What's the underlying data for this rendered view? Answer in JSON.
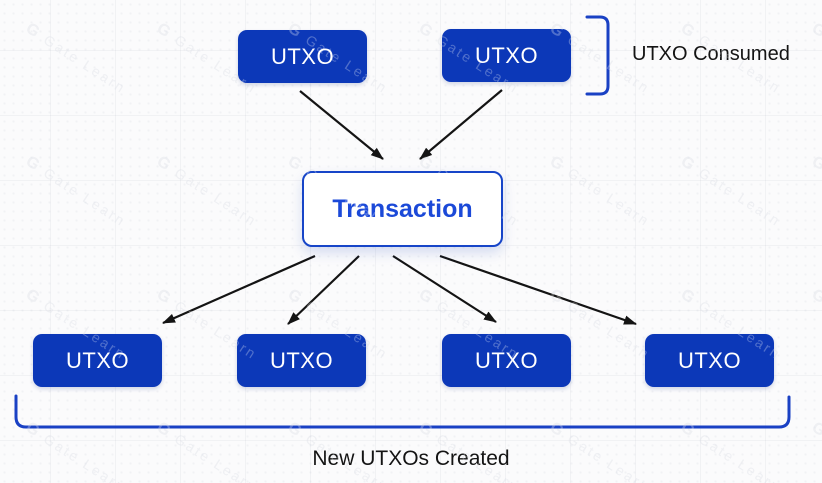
{
  "watermark": {
    "logo_letter": "G",
    "text": "Gate Learn"
  },
  "diagram": {
    "input_nodes": [
      {
        "label": "UTXO"
      },
      {
        "label": "UTXO"
      }
    ],
    "center_node": {
      "label": "Transaction"
    },
    "output_nodes": [
      {
        "label": "UTXO"
      },
      {
        "label": "UTXO"
      },
      {
        "label": "UTXO"
      },
      {
        "label": "UTXO"
      }
    ],
    "annotations": {
      "inputs": "UTXO Consumed",
      "outputs": "New UTXOs Created"
    },
    "colors": {
      "node_fill": "#0c38b8",
      "node_text": "#ffffff",
      "center_border": "#1745c8",
      "center_text": "#1b49d8",
      "bracket": "#1a41c4",
      "annotation_text": "#141414",
      "arrow": "#141414",
      "background": "#fbfbfc"
    }
  }
}
